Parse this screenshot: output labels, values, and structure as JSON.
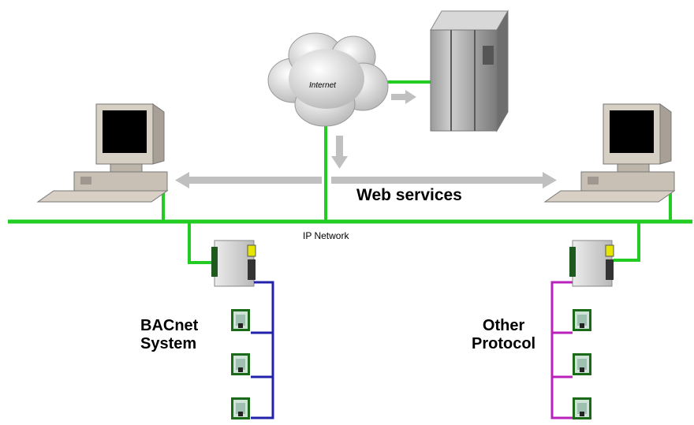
{
  "labels": {
    "internet": "Internet",
    "web_services": "Web services",
    "ip_network": "IP Network",
    "bacnet_line1": "BACnet",
    "bacnet_line2": "System",
    "other_line1": "Other",
    "other_line2": "Protocol"
  },
  "colors": {
    "network_line": "#22cc22",
    "bacnet_bus": "#2222aa",
    "other_bus": "#bb22bb",
    "arrow": "#c0c0c0"
  },
  "icons": [
    "cloud-icon",
    "server-rack-icon",
    "desktop-computer-icon",
    "controller-icon",
    "io-module-icon"
  ]
}
